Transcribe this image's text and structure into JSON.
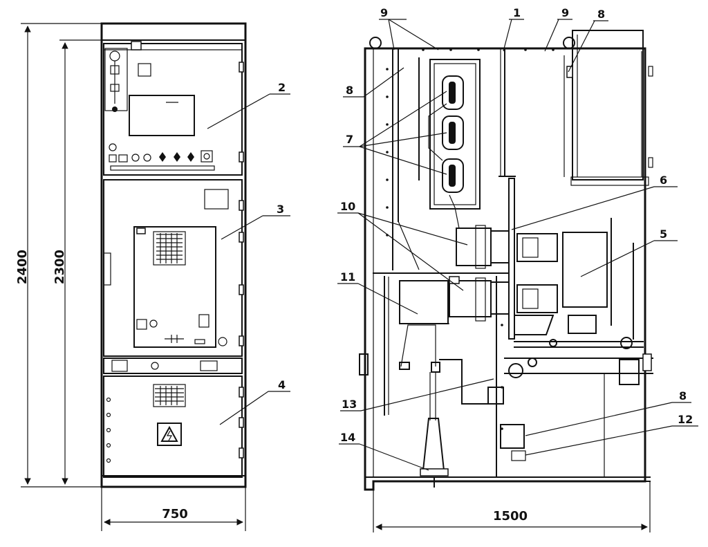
{
  "dimensions": {
    "front_height_total": "2400",
    "front_height_body": "2300",
    "front_width": "750",
    "side_depth": "1500"
  },
  "callouts": {
    "c1": "1",
    "c2": "2",
    "c3": "3",
    "c4": "4",
    "c5": "5",
    "c6": "6",
    "c7": "7",
    "c8_top": "8",
    "c8_left": "8",
    "c8_bottom": "8",
    "c9_left": "9",
    "c9_right": "9",
    "c10": "10",
    "c11": "11",
    "c12": "12",
    "c13": "13",
    "c14": "14"
  }
}
